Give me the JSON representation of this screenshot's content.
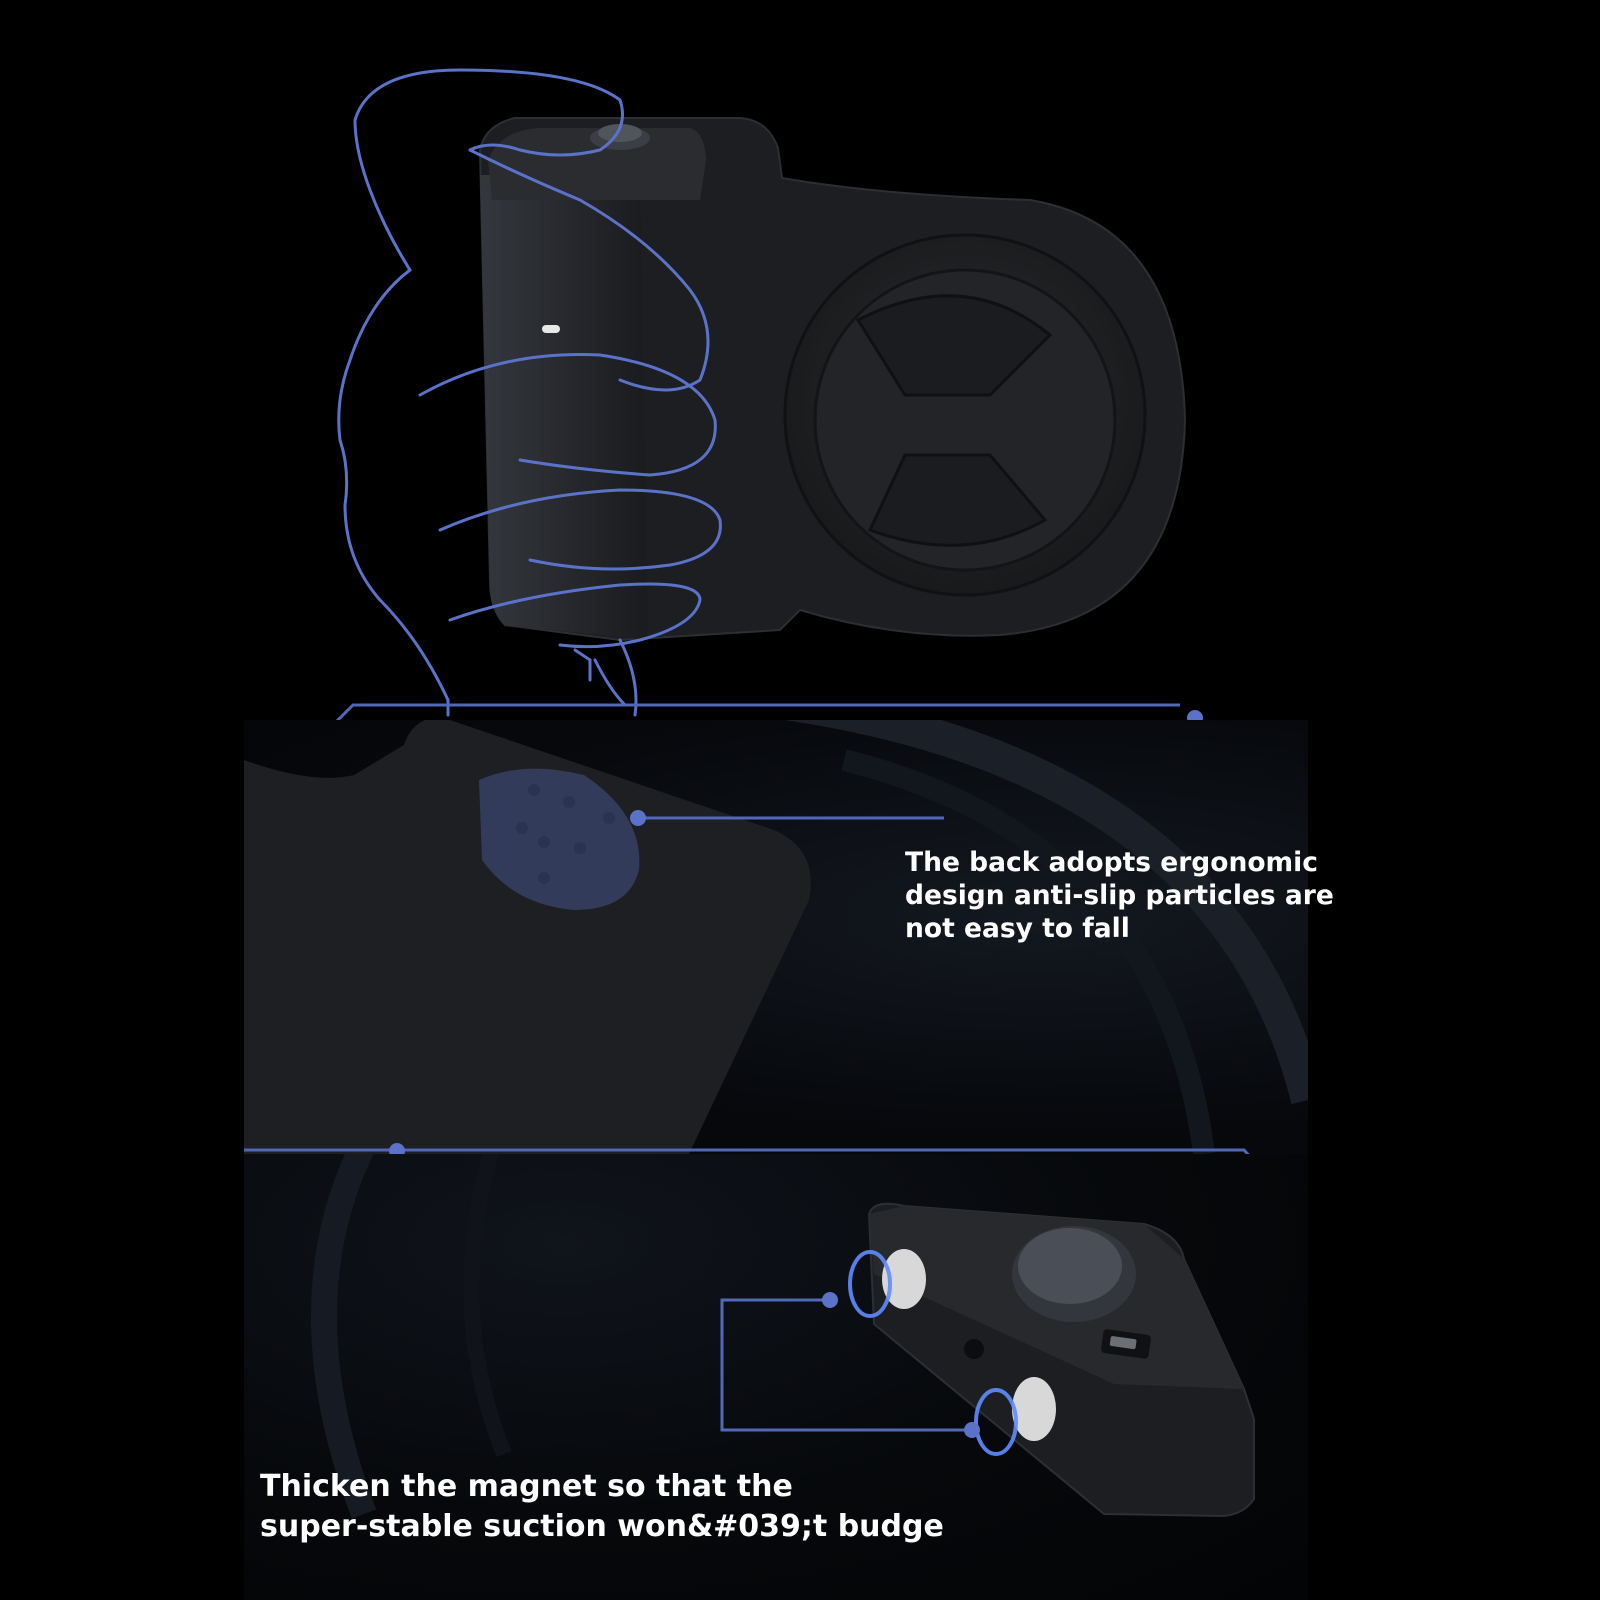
{
  "captions": {
    "back_design": [
      "The back adopts ergonomic",
      "design anti-slip particles are",
      "not easy to fall"
    ],
    "magnet": [
      "Thicken the magnet so that the",
      "super-stable suction won&#039;t budge"
    ]
  },
  "colors": {
    "background": "#000000",
    "accent_line": "#4f68b8",
    "hand_outline": "#5a73c9",
    "device_body": "#1e1f21",
    "caption_text": "#ffffff"
  }
}
